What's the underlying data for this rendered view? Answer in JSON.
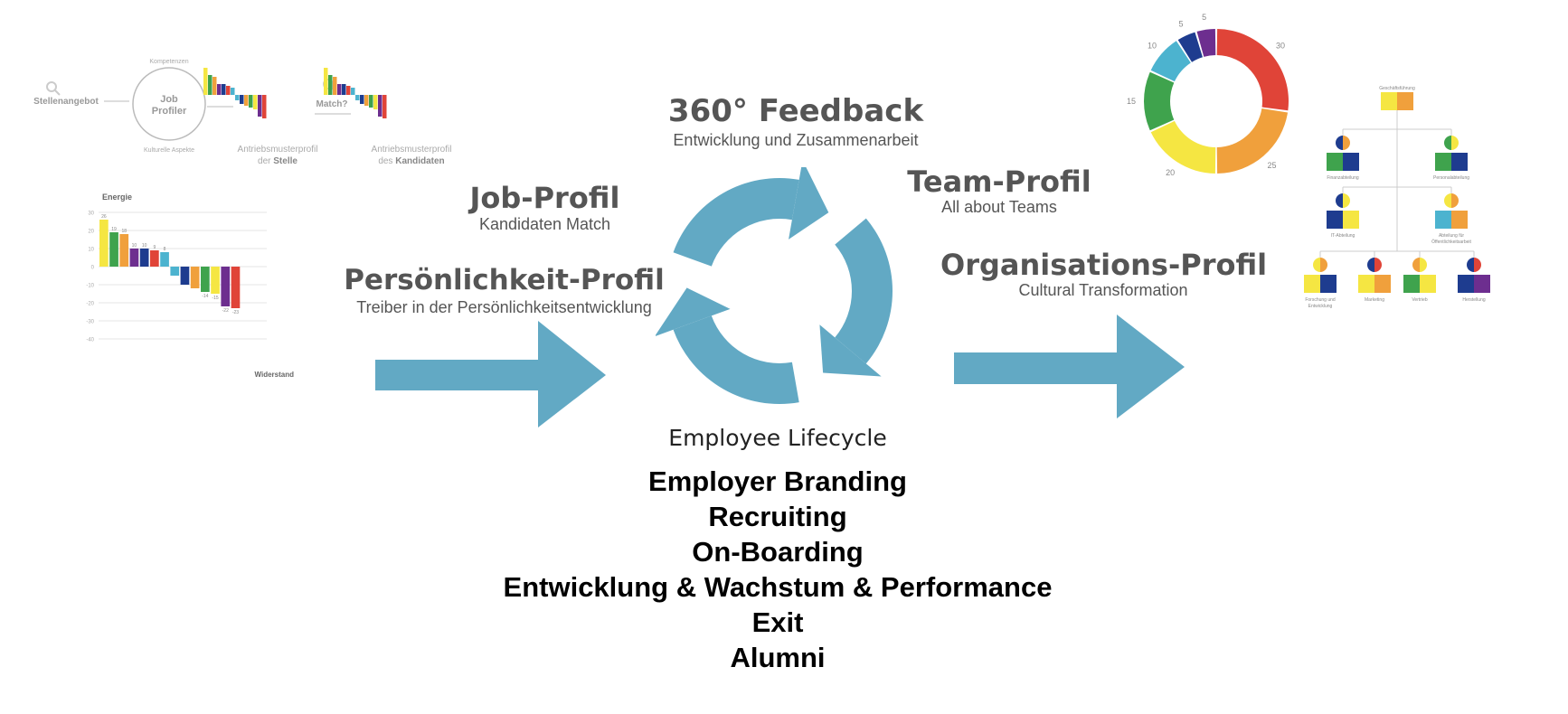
{
  "job_match_graphic": {
    "stellenangebot": "Stellenangebot",
    "kompetenzen": "Kompetenzen",
    "kulturelle": "Kulturelle Aspekte",
    "job_profiler_line1": "Job",
    "job_profiler_line2": "Profiler",
    "match": "Match?",
    "stelle_caption_line1": "Antriebsmusterprofil",
    "stelle_caption_pre": "der ",
    "stelle_caption_bold": "Stelle",
    "kandidat_caption_line1": "Antriebsmusterprofil",
    "kandidat_caption_pre": "des ",
    "kandidat_caption_bold": "Kandidaten",
    "colors": [
      "#f5e642",
      "#3fa34d",
      "#f0a03c",
      "#6d2e8f",
      "#1e3c8f",
      "#e04438",
      "#4cb3cf"
    ]
  },
  "energy_chart": {
    "chart_data": {
      "type": "bar",
      "title": "Energie",
      "xlabel": "Widerstand",
      "ylabel": "",
      "ylim": [
        -40,
        30
      ],
      "yticks": [
        "30",
        "20",
        "10",
        "0",
        "-10",
        "-20",
        "-30",
        "-40"
      ],
      "values": [
        26,
        19,
        18,
        10,
        10,
        9,
        8,
        -5,
        -10,
        -12,
        -14,
        -15,
        -22,
        -23
      ],
      "value_labels": [
        "26",
        "19",
        "18",
        "10",
        "10",
        "9",
        "8",
        "",
        "",
        "",
        "-14",
        "-15",
        "-22",
        "-23"
      ],
      "colors": [
        "#f5e642",
        "#3fa34d",
        "#f0a03c",
        "#6d2e8f",
        "#1e3c8f",
        "#e04438",
        "#4cb3cf",
        "#4cb3cf",
        "#1e3c8f",
        "#f0a03c",
        "#3fa34d",
        "#f5e642",
        "#6d2e8f",
        "#e04438"
      ],
      "grid": true
    }
  },
  "labels": {
    "feedback_title": "360° Feedback",
    "feedback_sub": "Entwicklung und Zusammenarbeit",
    "job_title": "Job-Profil",
    "job_sub": "Kandidaten Match",
    "personality_title": "Persönlichkeit-Profil",
    "personality_sub": "Treiber in der Persönlichkeitsentwicklung",
    "team_title": "Team-Profil",
    "team_sub": "All about Teams",
    "org_title": "Organisations-Profil",
    "org_sub": "Cultural Transformation"
  },
  "cycle": {
    "label": "Employee Lifecycle",
    "color": "#62a9c4",
    "items": [
      "Employer Branding",
      "Recruiting",
      "On-Boarding",
      "Entwicklung & Wachstum & Performance",
      "Exit",
      "Alumni"
    ]
  },
  "team_donut": {
    "chart_data": {
      "type": "pie",
      "values": [
        30,
        25,
        20,
        15,
        10,
        5,
        5
      ],
      "labels": [
        "30",
        "25",
        "20",
        "15",
        "10",
        "5",
        "5"
      ],
      "colors": [
        "#e04438",
        "#f0a03c",
        "#f5e642",
        "#3fa34d",
        "#4cb3cf",
        "#1e3c8f",
        "#6d2e8f"
      ]
    }
  },
  "org_chart": {
    "top": "Geschäftsführung",
    "level2": [
      "Finanzabteilung",
      "Personalabteilung"
    ],
    "level3": [
      "IT-Abteilung",
      "Abteilung für Öffentlichkeitsarbeit"
    ],
    "level4": [
      "Forschung und Entwicklung",
      "Marketing",
      "Vertrieb",
      "Herstellung"
    ]
  },
  "arrow_color": "#62a9c4"
}
